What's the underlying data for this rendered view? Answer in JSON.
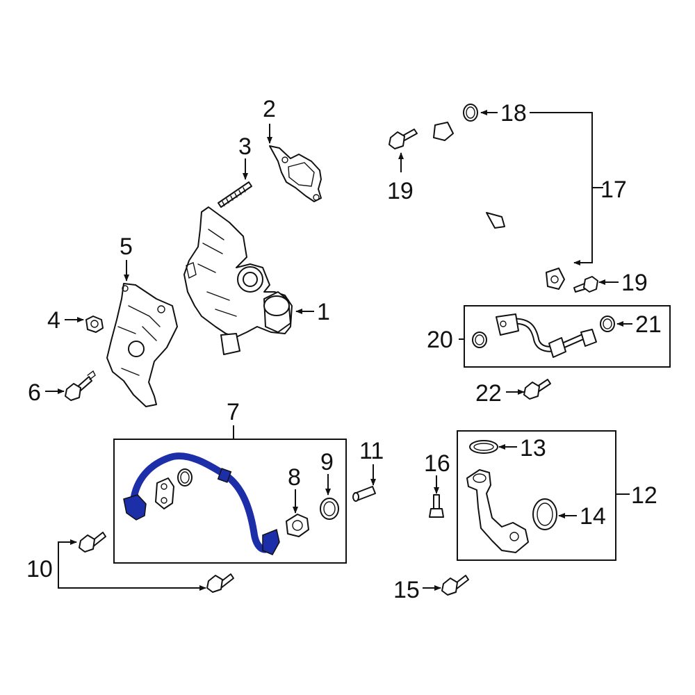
{
  "diagram": {
    "highlight_color": "#1c2ea8",
    "callouts": {
      "c1": "1",
      "c2": "2",
      "c3": "3",
      "c4": "4",
      "c5": "5",
      "c6": "6",
      "c7": "7",
      "c8": "8",
      "c9": "9",
      "c10": "10",
      "c11": "11",
      "c12": "12",
      "c13": "13",
      "c14": "14",
      "c15": "15",
      "c16": "16",
      "c17": "17",
      "c18": "18",
      "c19a": "19",
      "c19b": "19",
      "c20": "20",
      "c21": "21",
      "c22": "22"
    }
  }
}
